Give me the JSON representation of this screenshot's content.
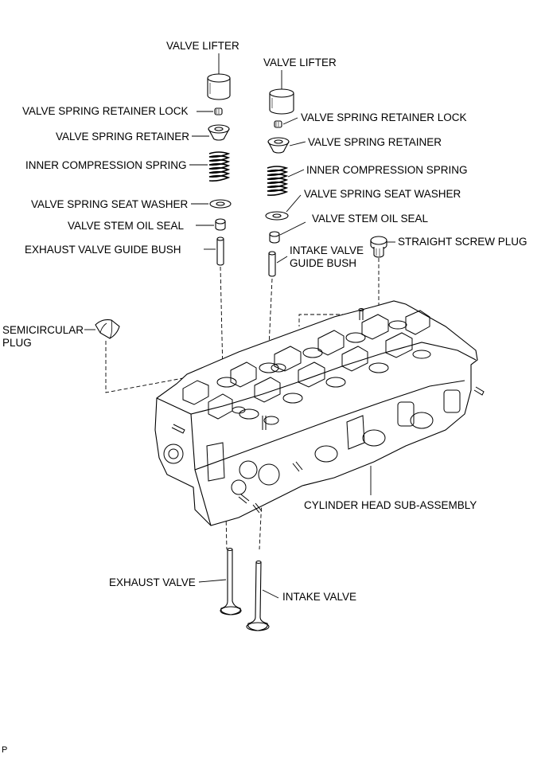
{
  "labels": {
    "exhaust_valve_lifter": "VALVE LIFTER",
    "intake_valve_lifter": "VALVE LIFTER",
    "exhaust_retainer_lock": "VALVE SPRING RETAINER LOCK",
    "intake_retainer_lock": "VALVE SPRING RETAINER LOCK",
    "exhaust_spring_retainer": "VALVE SPRING RETAINER",
    "intake_spring_retainer": "VALVE SPRING RETAINER",
    "exhaust_inner_spring": "INNER COMPRESSION SPRING",
    "intake_inner_spring": "INNER COMPRESSION SPRING",
    "exhaust_seat_washer": "VALVE SPRING SEAT WASHER",
    "intake_seat_washer": "VALVE SPRING SEAT WASHER",
    "exhaust_stem_oil_seal": "VALVE STEM OIL SEAL",
    "intake_stem_oil_seal": "VALVE STEM OIL SEAL",
    "exhaust_guide_bush": "EXHAUST VALVE GUIDE BUSH",
    "intake_guide_bush_line1": "INTAKE VALVE",
    "intake_guide_bush_line2": "GUIDE BUSH",
    "straight_screw_plug": "STRAIGHT SCREW PLUG",
    "semicircular_plug_line1": "SEMICIRCULAR",
    "semicircular_plug_line2": "PLUG",
    "cylinder_head": "CYLINDER HEAD SUB-ASSEMBLY",
    "exhaust_valve": "EXHAUST VALVE",
    "intake_valve": "INTAKE VALVE"
  },
  "corner_mark": "P"
}
